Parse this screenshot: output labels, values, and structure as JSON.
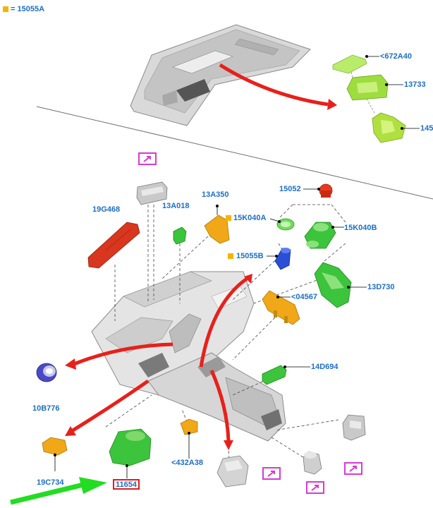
{
  "legend": {
    "text": "= 15055A",
    "color": "#f5b400"
  },
  "labels": {
    "l672A40": "<672A40",
    "l13733": "13733",
    "l145": "145",
    "l15052": "15052",
    "l13A350": "13A350",
    "l19G468": "19G468",
    "l13A018": "13A018",
    "l15K040A": "15K040A",
    "l15K040B": "15K040B",
    "l15055B": "15055B",
    "l13D730": "13D730",
    "l04567": "<04567",
    "l14D694": "14D694",
    "l10B776": "10B776",
    "l432A38": "<432A38",
    "l19C734": "19C734",
    "l11654": "11654"
  },
  "colors": {
    "label_blue": "#1c6fc4",
    "part_green": "#3cc43c",
    "part_lime": "#a8e04a",
    "part_orange": "#f0a818",
    "part_red": "#d8361e",
    "part_blue": "#2a4fd6",
    "arrow_red": "#e8201a",
    "arrow_green": "#22dd22",
    "ext_magenta": "#d63ad6",
    "body_grey": "#c8c8c8"
  },
  "icons": {
    "external_link": "external-link-arrow-icon"
  }
}
